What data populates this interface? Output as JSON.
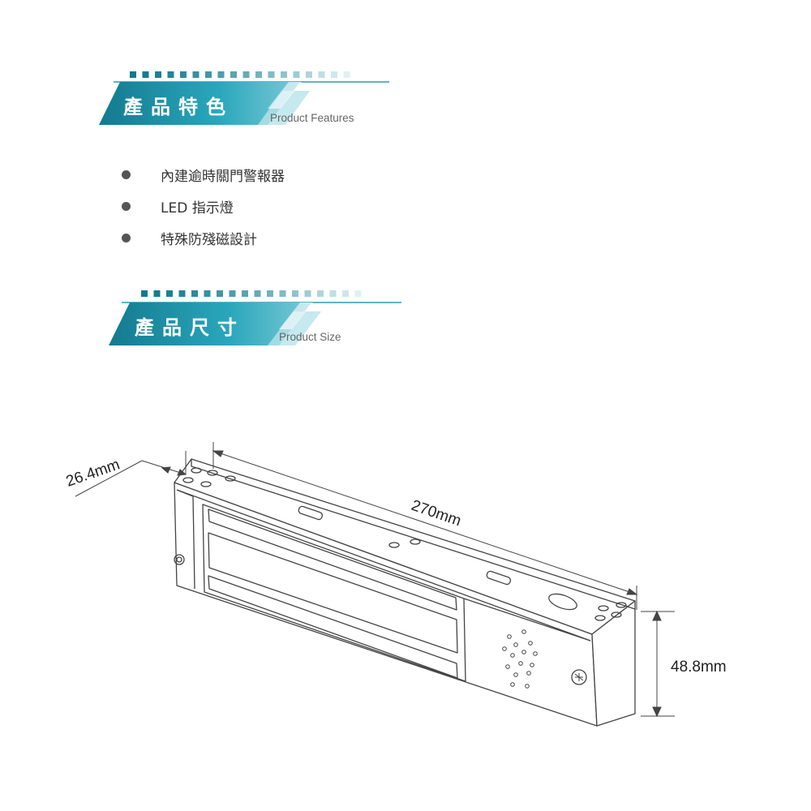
{
  "features_section": {
    "title": "產品特色",
    "subtitle": "Product Features",
    "items": [
      {
        "text": "內建逾時關門警報器"
      },
      {
        "text": "LED 指示燈"
      },
      {
        "text": "特殊防殘磁設計"
      }
    ]
  },
  "size_section": {
    "title": "產品尺寸",
    "subtitle": "Product Size"
  },
  "dimensions": {
    "width": "26.4mm",
    "length": "270mm",
    "height": "48.8mm"
  },
  "colors": {
    "accent": "#2a9db1",
    "accent_dark": "#137a8f",
    "line": "#444444"
  }
}
